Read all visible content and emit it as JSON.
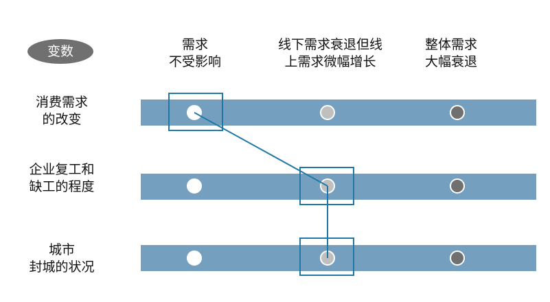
{
  "variable_label": "变数",
  "columns": [
    {
      "lines": [
        "需求",
        "不受影响"
      ]
    },
    {
      "lines": [
        "线下需求衰退但线",
        "上需求微幅增长"
      ]
    },
    {
      "lines": [
        "整体需求",
        "大幅衰退"
      ]
    }
  ],
  "rows": [
    {
      "lines": [
        "消费需求",
        "的改变"
      ],
      "selected_column": 0
    },
    {
      "lines": [
        "企业复工和",
        "缺工的程度"
      ],
      "selected_column": 1
    },
    {
      "lines": [
        "城市",
        "封城的状况"
      ],
      "selected_column": 1
    }
  ],
  "colors": {
    "bar": "#759fbf",
    "pill": "#707070",
    "selection": "#1f78a8",
    "dot_column_1": "#ffffff",
    "dot_column_2": "#bfbfbf",
    "dot_column_3": "#707070"
  }
}
